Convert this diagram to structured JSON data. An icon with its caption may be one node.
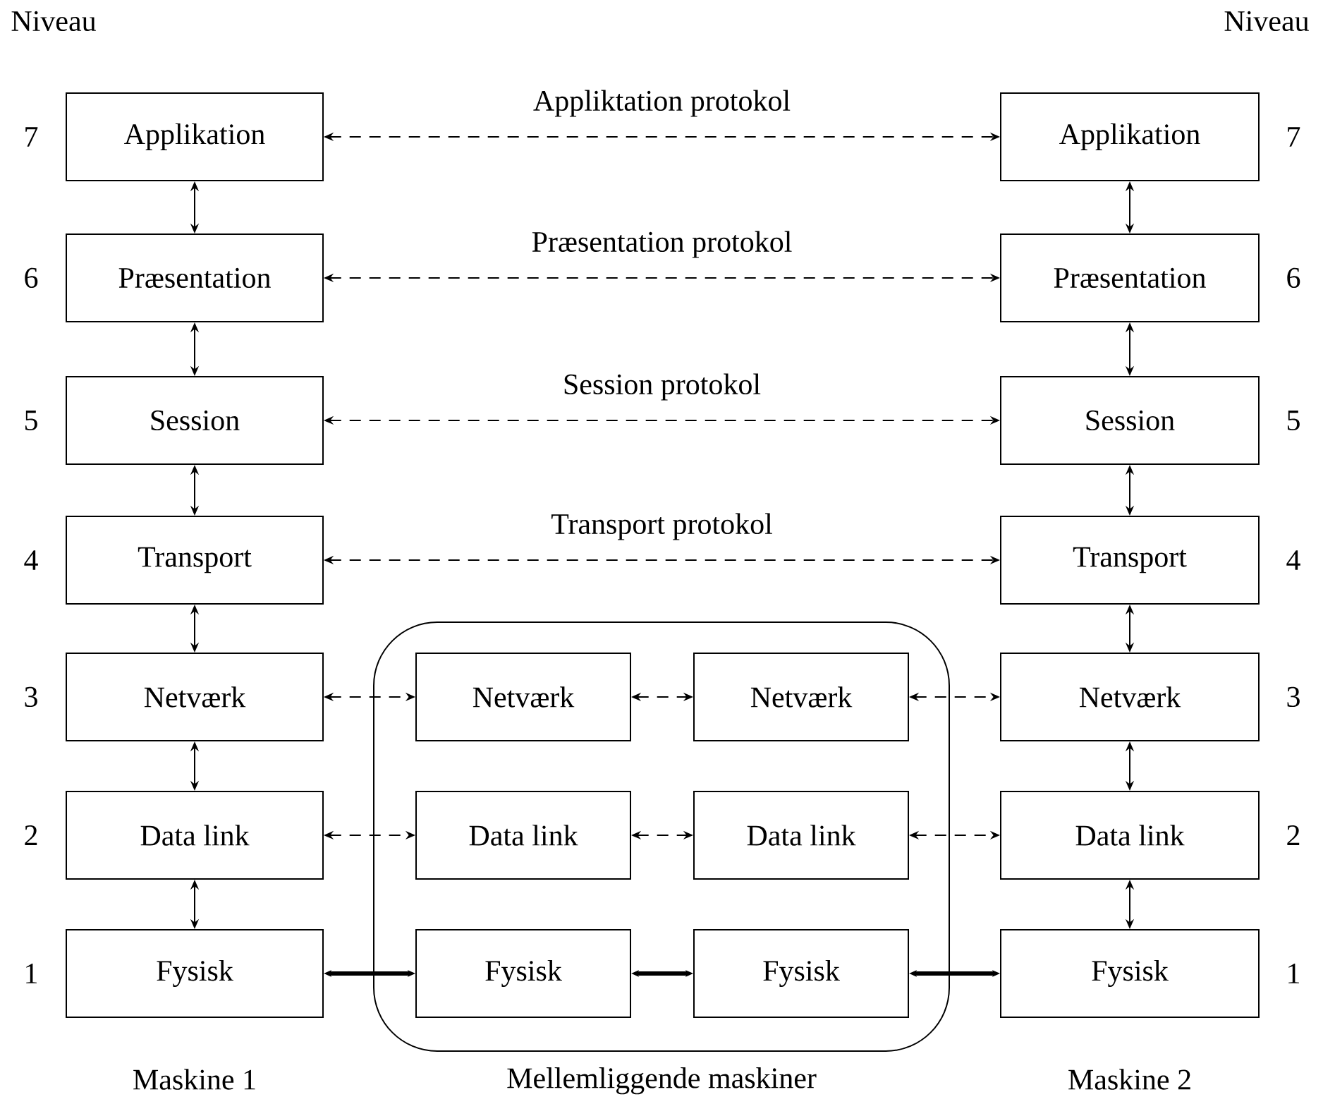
{
  "diagram": {
    "nodes": [
      {
        "text": [
          "Applikation"
        ]
      },
      {
        "text": [
          "Præsentation"
        ]
      },
      {
        "text": [
          "Session"
        ]
      },
      {
        "text": [
          "Transport"
        ]
      },
      {
        "text": [
          "Netværk"
        ]
      },
      {
        "text": [
          "Data link"
        ]
      },
      {
        "text": [
          "Fysisk"
        ]
      },
      {
        "text": [
          "Applikation"
        ]
      },
      {
        "text": [
          "Præsentation"
        ]
      },
      {
        "text": [
          "Session"
        ]
      },
      {
        "text": [
          "Transport"
        ]
      },
      {
        "text": [
          "Netværk"
        ]
      },
      {
        "text": [
          "Data link"
        ]
      },
      {
        "text": [
          "Fysisk"
        ]
      },
      {
        "text": [
          "Mellemliggende maskiner"
        ]
      },
      {
        "text": [
          "Netværk"
        ],
        "in": 14
      },
      {
        "text": [
          "Netværk"
        ],
        "in": 14
      },
      {
        "text": [
          "Data link"
        ],
        "in": 14
      },
      {
        "text": [
          "Data link"
        ],
        "in": 14
      },
      {
        "text": [
          "Fysisk"
        ],
        "in": 14
      },
      {
        "text": [
          "Fysisk"
        ],
        "in": 14
      }
    ],
    "edges": [
      {
        "from": 0,
        "to": 1,
        "arrow": "both"
      },
      {
        "from": 1,
        "to": 2,
        "arrow": "both"
      },
      {
        "from": 2,
        "to": 3,
        "arrow": "both"
      },
      {
        "from": 3,
        "to": 4,
        "arrow": "both"
      },
      {
        "from": 4,
        "to": 5,
        "arrow": "both"
      },
      {
        "from": 5,
        "to": 6,
        "arrow": "both"
      },
      {
        "from": 7,
        "to": 8,
        "arrow": "both"
      },
      {
        "from": 8,
        "to": 9,
        "arrow": "both"
      },
      {
        "from": 9,
        "to": 10,
        "arrow": "both"
      },
      {
        "from": 10,
        "to": 11,
        "arrow": "both"
      },
      {
        "from": 11,
        "to": 12,
        "arrow": "both"
      },
      {
        "from": 12,
        "to": 13,
        "arrow": "both"
      },
      {
        "from": 0,
        "to": 7,
        "arrow": "both",
        "style": "dashed",
        "label": "Appliktation protokol"
      },
      {
        "from": 1,
        "to": 8,
        "arrow": "both",
        "style": "dashed",
        "label": "Præsentation protokol"
      },
      {
        "from": 2,
        "to": 9,
        "arrow": "both",
        "style": "dashed",
        "label": "Session protokol"
      },
      {
        "from": 3,
        "to": 10,
        "arrow": "both",
        "style": "dashed",
        "label": "Transport protokol"
      },
      {
        "from": 4,
        "to": 15,
        "arrow": "both",
        "style": "dashed"
      },
      {
        "from": 15,
        "to": 16,
        "arrow": "both",
        "style": "dashed"
      },
      {
        "from": 16,
        "to": 11,
        "arrow": "both",
        "style": "dashed"
      },
      {
        "from": 5,
        "to": 17,
        "arrow": "both",
        "style": "dashed"
      },
      {
        "from": 17,
        "to": 18,
        "arrow": "both",
        "style": "dashed"
      },
      {
        "from": 18,
        "to": 12,
        "arrow": "both",
        "style": "dashed"
      },
      {
        "from": 6,
        "to": 19,
        "arrow": "both",
        "style": "thick"
      },
      {
        "from": 19,
        "to": 20,
        "arrow": "both",
        "style": "thick"
      },
      {
        "from": 20,
        "to": 13,
        "arrow": "both",
        "style": "thick"
      }
    ],
    "labels": [
      "Niveau",
      "Niveau",
      "7",
      "7",
      "6",
      "6",
      "5",
      "5",
      "4",
      "4",
      "3",
      "3",
      "2",
      "2",
      "1",
      "1",
      "Maskine 1",
      "Maskine 2"
    ]
  }
}
